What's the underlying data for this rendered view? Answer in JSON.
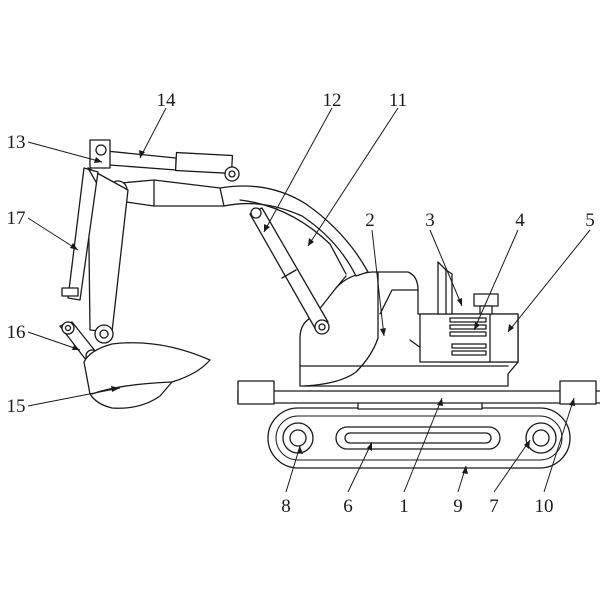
{
  "callouts": [
    {
      "id": "1",
      "text": "1"
    },
    {
      "id": "2",
      "text": "2"
    },
    {
      "id": "3",
      "text": "3"
    },
    {
      "id": "4",
      "text": "4"
    },
    {
      "id": "5",
      "text": "5"
    },
    {
      "id": "6",
      "text": "6"
    },
    {
      "id": "7",
      "text": "7"
    },
    {
      "id": "8",
      "text": "8"
    },
    {
      "id": "9",
      "text": "9"
    },
    {
      "id": "10",
      "text": "10"
    },
    {
      "id": "11",
      "text": "11"
    },
    {
      "id": "12",
      "text": "12"
    },
    {
      "id": "13",
      "text": "13"
    },
    {
      "id": "14",
      "text": "14"
    },
    {
      "id": "15",
      "text": "15"
    },
    {
      "id": "16",
      "text": "16"
    },
    {
      "id": "17",
      "text": "17"
    }
  ],
  "colors": {
    "line": "#1a1a1a",
    "background": "#ffffff"
  }
}
